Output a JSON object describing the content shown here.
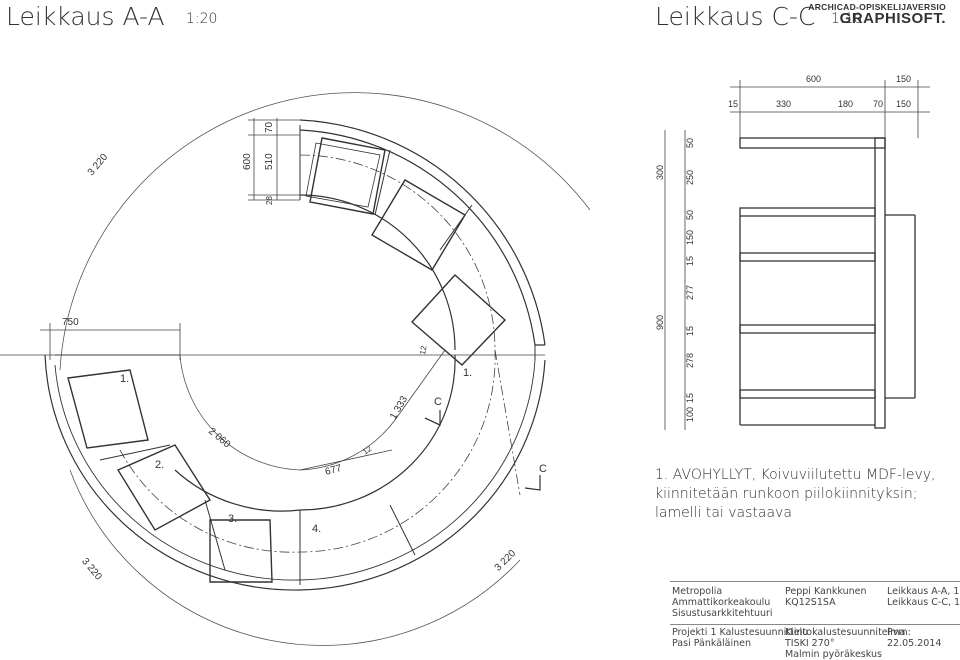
{
  "titles": {
    "section_a": "Leikkaus A-A",
    "section_a_scale": "1:20",
    "section_c": "Leikkaus C-C",
    "section_c_scale": "1:10"
  },
  "brand": {
    "edition": "ARCHICAD-OPISKELIJAVERSIO",
    "name": "GRAPHISOFT."
  },
  "plan": {
    "dims": {
      "radius_outer_top": "3 220",
      "radius_outer_left": "3 220",
      "radius_outer_right": "3 220",
      "radius_inner": "2 060",
      "d600": "600",
      "d510": "510",
      "d70": "70",
      "d28": "28",
      "d750": "750",
      "d12a": "12",
      "d1333": "1 333",
      "d12b": "12",
      "d677": "677"
    },
    "labels": {
      "l1a": "1.",
      "l1b": "1.",
      "l2": "2.",
      "l3": "3.",
      "l4": "4.",
      "c1": "C",
      "c2": "C"
    }
  },
  "section": {
    "top_dims": [
      "600",
      "150"
    ],
    "sub_dims": [
      "15",
      "330",
      "180",
      "70",
      "150"
    ],
    "left_total": "900",
    "left_upper": "300",
    "left_dims": [
      "50",
      "250",
      "50",
      "150",
      "15",
      "277",
      "15",
      "278",
      "15",
      "100"
    ]
  },
  "note": "1. AVOHYLLYT, Koivuviilutettu MDF-levy, kiinnitetään runkoon piilokiinnityksin; lamelli tai vastaava",
  "titleblock": {
    "school": [
      "Metropolia",
      "Ammattikorkeakoulu",
      "Sisustusarkkitehtuuri"
    ],
    "author": [
      "Peppi Kankkunen",
      "KQ12S1SA"
    ],
    "sheets": [
      "Leikkaus A-A, 1:20",
      "Leikkaus C-C, 1:10"
    ],
    "project": [
      "Projekti 1 Kalustesuunnittelu",
      "Pasi Pänkäläinen"
    ],
    "plan": [
      "Kiintokalustesuunnitelma",
      "TISKI 270°",
      "Malmin pyöräkeskus"
    ],
    "date_label": "Pvm:",
    "date": "22.05.2014"
  }
}
